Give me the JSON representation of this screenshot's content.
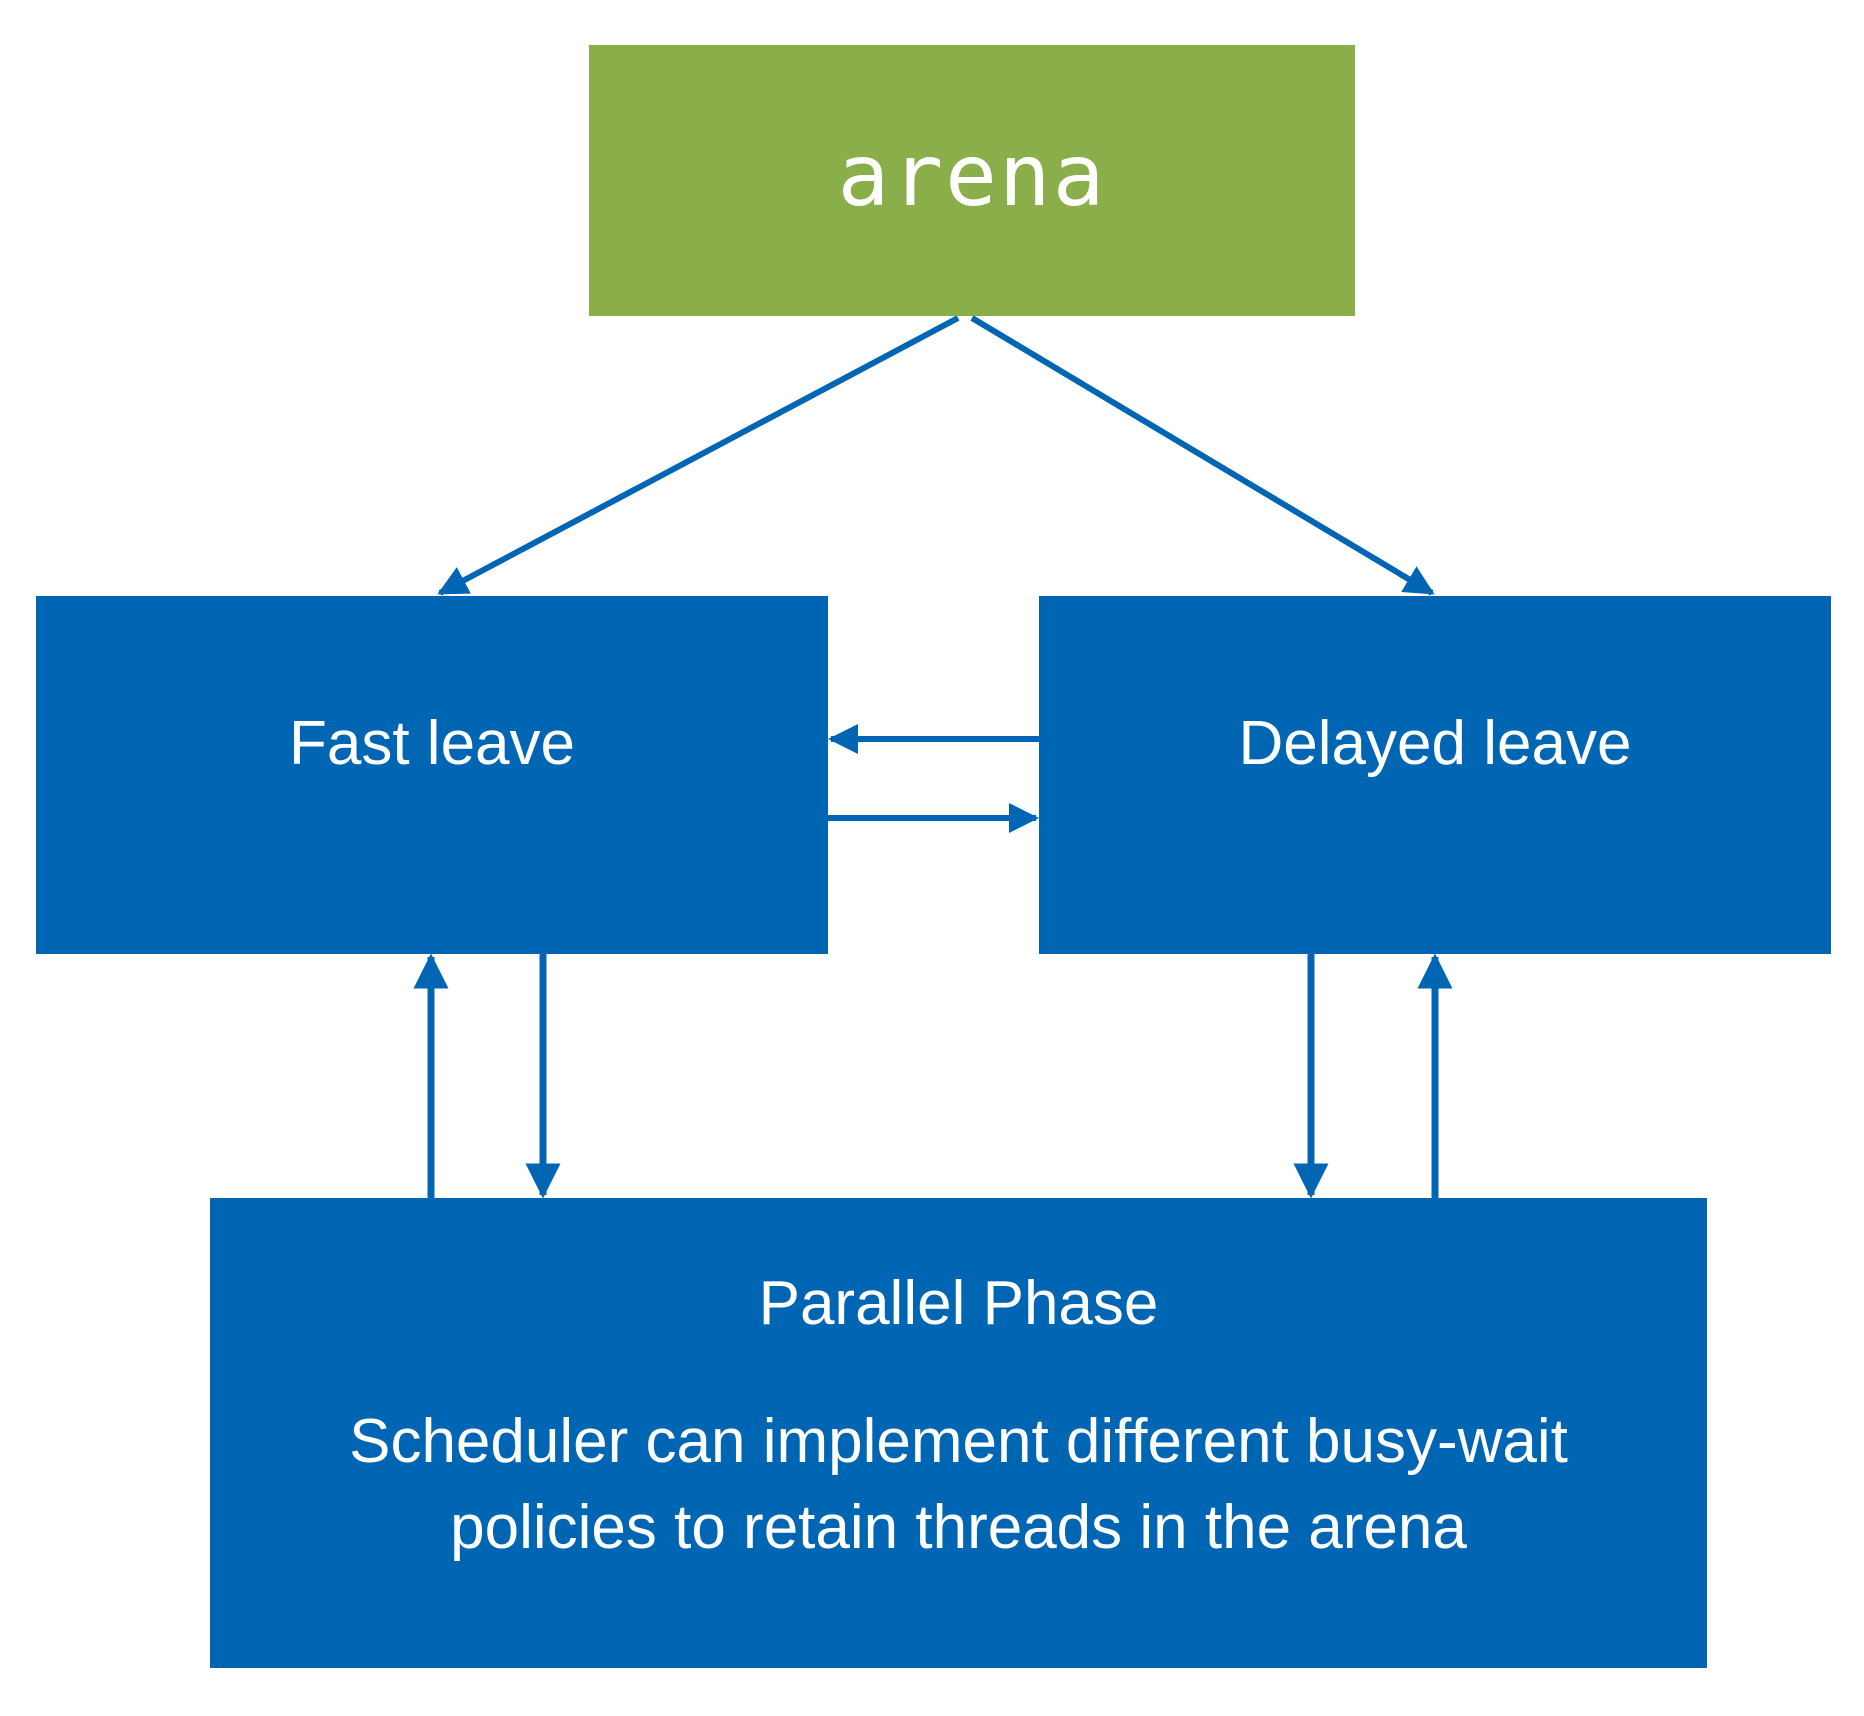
{
  "nodes": {
    "arena": {
      "label": "arena"
    },
    "fast_leave": {
      "label": "Fast leave"
    },
    "delayed_leave": {
      "label": "Delayed leave"
    },
    "parallel_phase": {
      "title": "Parallel Phase",
      "description_line1": "Scheduler can implement different busy-wait",
      "description_line2": "policies to retain threads in the arena"
    }
  },
  "edges": [
    {
      "from": "arena",
      "to": "fast_leave"
    },
    {
      "from": "arena",
      "to": "delayed_leave"
    },
    {
      "from": "delayed_leave",
      "to": "fast_leave"
    },
    {
      "from": "fast_leave",
      "to": "delayed_leave"
    },
    {
      "from": "parallel_phase",
      "to": "fast_leave"
    },
    {
      "from": "fast_leave",
      "to": "parallel_phase"
    },
    {
      "from": "delayed_leave",
      "to": "parallel_phase"
    },
    {
      "from": "parallel_phase",
      "to": "delayed_leave"
    }
  ],
  "colors": {
    "arena_fill": "#8aae4a",
    "node_fill": "#0066b4",
    "edge": "#0066b4",
    "text": "#ffffff"
  }
}
